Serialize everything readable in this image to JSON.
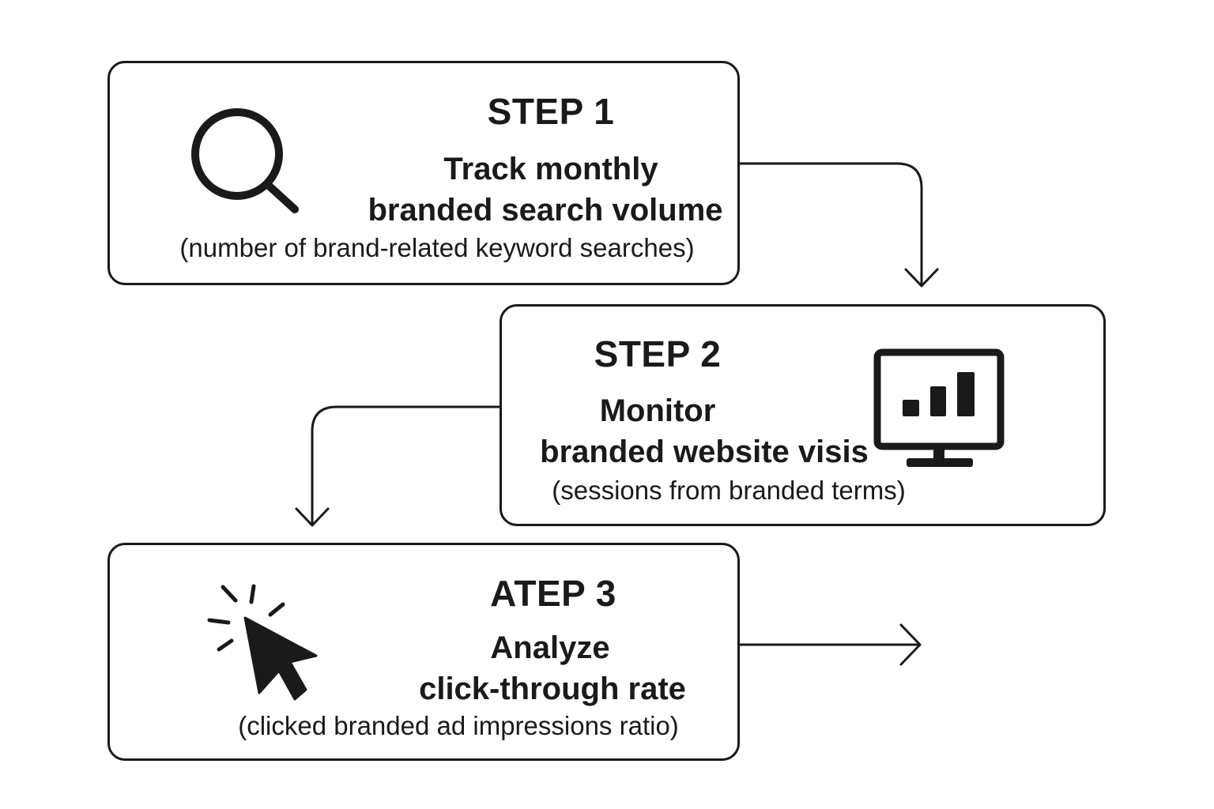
{
  "steps": [
    {
      "title": "STEP 1",
      "heading_line1": "Track monthly",
      "heading_line2": "branded search volume",
      "subtitle": "(number of brand-related keyword searches)",
      "icon": "magnifying-glass-icon"
    },
    {
      "title": "STEP 2",
      "heading_line1": "Monitor",
      "heading_line2": "branded website visis",
      "subtitle": "(sessions from branded terms)",
      "icon": "monitor-bar-chart-icon"
    },
    {
      "title": "ATEP 3",
      "heading_line1": "Analyze",
      "heading_line2": "click-through rate",
      "subtitle": "(clicked branded ad impressions ratio)",
      "icon": "cursor-click-icon"
    }
  ],
  "colors": {
    "stroke": "#1a1a1a",
    "background": "#ffffff"
  }
}
